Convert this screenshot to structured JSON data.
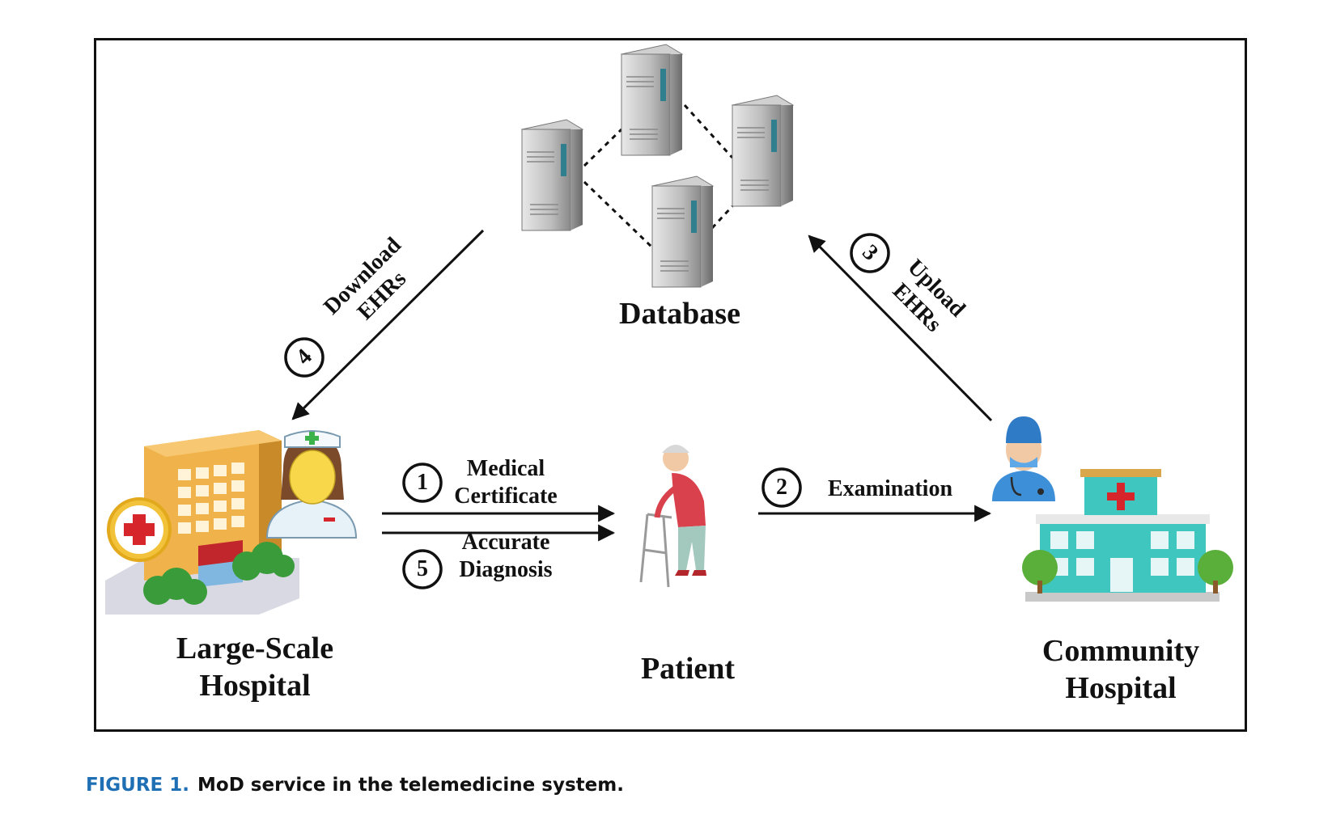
{
  "nodes": {
    "database": "Database",
    "large_hospital": [
      "Large-Scale",
      "Hospital"
    ],
    "patient": "Patient",
    "community_hospital": [
      "Community",
      "Hospital"
    ]
  },
  "steps": [
    {
      "num": "1",
      "label": [
        "Medical",
        "Certificate"
      ]
    },
    {
      "num": "2",
      "label": [
        "Examination"
      ]
    },
    {
      "num": "3",
      "label": [
        "Upload",
        "EHRs"
      ]
    },
    {
      "num": "4",
      "label": [
        "Download",
        "EHRs"
      ]
    },
    {
      "num": "5",
      "label": [
        "Accurate",
        "Diagnosis"
      ]
    }
  ],
  "caption": {
    "figure": "FIGURE 1.",
    "text": "MoD service in the telemedicine system."
  },
  "colors": {
    "caption_accent": "#1f6fb5",
    "line": "#111111"
  }
}
